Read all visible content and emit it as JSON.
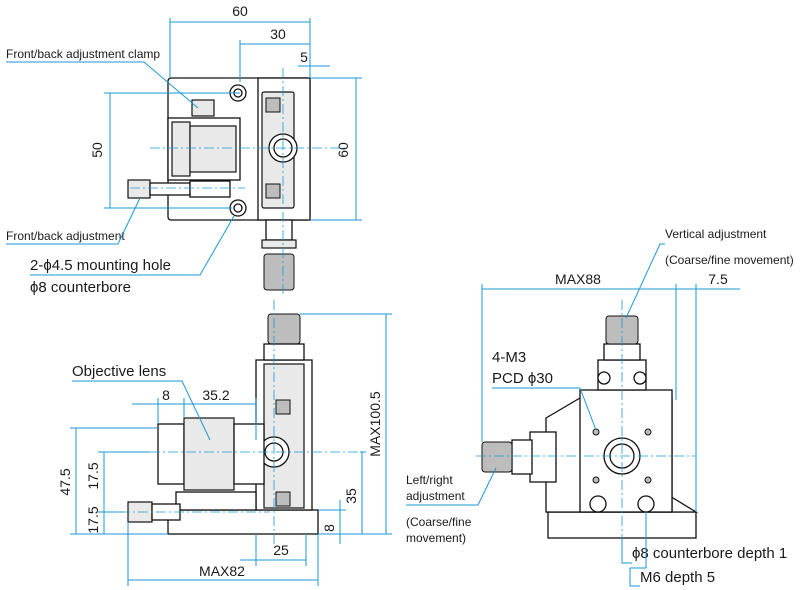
{
  "dimensions": {
    "top_width_60": "60",
    "top_30": "30",
    "top_5": "5",
    "top_height_50": "50",
    "top_height_60": "60",
    "front_8": "8",
    "front_35_2": "35.2",
    "front_47_5": "47.5",
    "front_17_5_upper": "17.5",
    "front_17_5_lower": "17.5",
    "front_35": "35",
    "front_8_base": "8",
    "front_max100_5": "MAX100.5",
    "front_25": "25",
    "front_max82": "MAX82",
    "side_max88": "MAX88",
    "side_7_5": "7.5"
  },
  "labels": {
    "front_back_clamp": "Front/back adjustment clamp",
    "front_back_adjustment": "Front/back adjustment",
    "mounting_hole": "2-ϕ4.5 mounting hole",
    "counterbore": "ϕ8 counterbore",
    "objective_lens": "Objective lens",
    "vertical_adjustment": "Vertical adjustment",
    "vertical_adjustment_sub": "(Coarse/fine movement)",
    "m3": "4-M3",
    "pcd": "PCD ϕ30",
    "lr_line1": "Left/right",
    "lr_line2": "adjustment",
    "lr_sub1": "(Coarse/fine",
    "lr_sub2": "movement)",
    "counterbore_depth": "ϕ8 counterbore depth 1",
    "m6": "M6 depth 5"
  },
  "colors": {
    "dimension_lines": "#1a9ad6",
    "part_outline": "#111111"
  }
}
